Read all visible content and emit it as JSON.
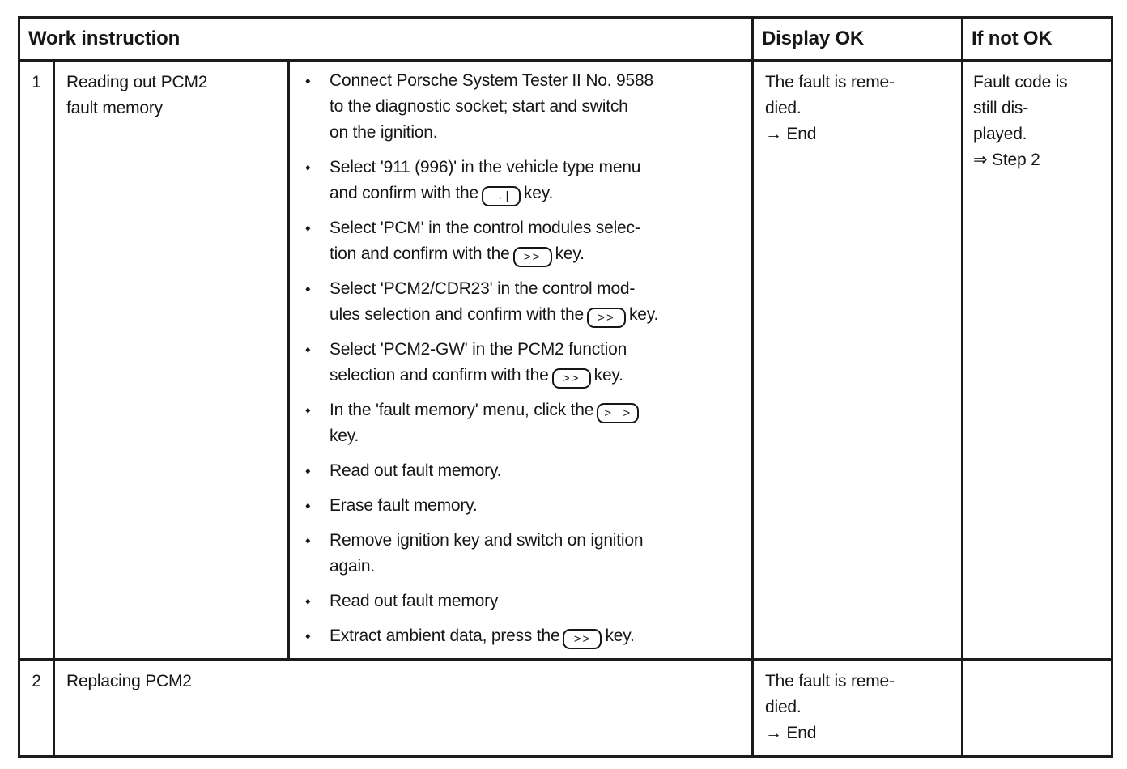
{
  "colors": {
    "ink": "#161616",
    "paper": "#ffffff"
  },
  "glyphs": {
    "bullet": "♦"
  },
  "table": {
    "header": {
      "work_instruction": "Work instruction",
      "display_ok": "Display OK",
      "if_not_ok": "If not OK"
    },
    "rows": [
      {
        "step": "1",
        "task": "Reading out PCM2\nfault memory",
        "instructions": [
          {
            "pre": "Connect Porsche System Tester II No. 9588\nto the diagnostic socket; start and switch\non the ignition.",
            "key": null,
            "post": ""
          },
          {
            "pre": "Select '911 (996)' in the vehicle type menu\nand confirm with the",
            "key": "→|",
            "post": "key."
          },
          {
            "pre": "Select 'PCM' in the control modules selec-\ntion and confirm with the",
            "key": ">>",
            "post": "key."
          },
          {
            "pre": "Select 'PCM2/CDR23' in the control mod-\nules selection and confirm with the",
            "key": ">>",
            "post": "key."
          },
          {
            "pre": "Select 'PCM2-GW' in the PCM2 function\nselection and confirm with the",
            "key": ">>",
            "post": "key."
          },
          {
            "pre": "In the 'fault memory' menu, click the",
            "key": ">  >",
            "post": "\nkey."
          },
          {
            "pre": "Read out fault memory.",
            "key": null,
            "post": ""
          },
          {
            "pre": "Erase fault memory.",
            "key": null,
            "post": ""
          },
          {
            "pre": "Remove ignition key and switch on ignition\nagain.",
            "key": null,
            "post": ""
          },
          {
            "pre": "Read out fault memory",
            "key": null,
            "post": ""
          },
          {
            "pre": "Extract ambient data, press the",
            "key": ">>",
            "post": "key."
          }
        ],
        "display_ok": "The fault is reme-\ndied.\n→ End",
        "if_not_ok": "Fault code is\nstill dis-\nplayed.\n⇒ Step 2"
      },
      {
        "step": "2",
        "task": "Replacing PCM2",
        "display_ok": "The fault is reme-\ndied.\n→ End",
        "if_not_ok": ""
      }
    ]
  }
}
